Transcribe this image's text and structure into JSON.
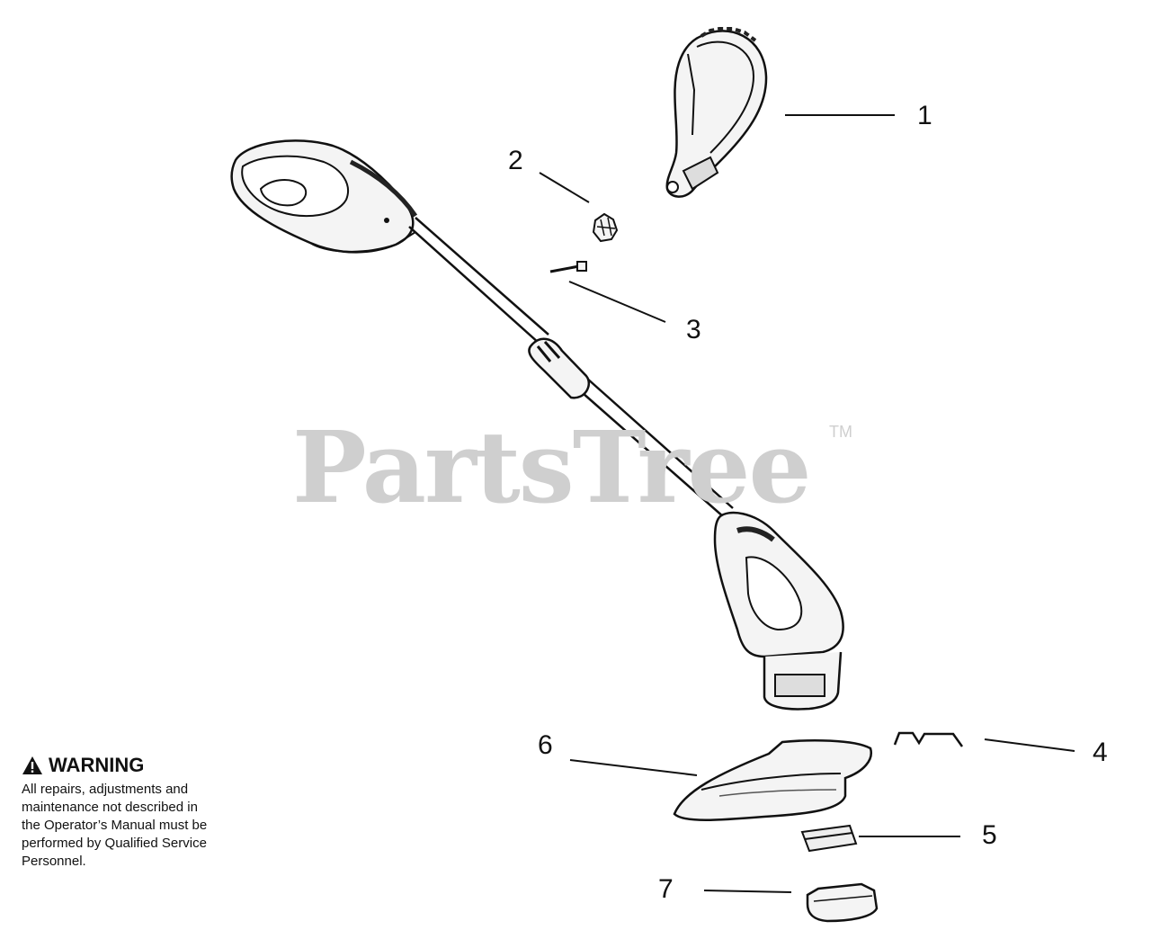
{
  "watermark": {
    "text": "PartsTree",
    "tm": "TM"
  },
  "warning": {
    "title": "WARNING",
    "body": "All repairs, adjustments and\nmaintenance not described in\nthe Operator’s Manual must be\nperformed by Qualified Service\nPersonnel."
  },
  "callouts": [
    {
      "id": "callout-1",
      "label": "1"
    },
    {
      "id": "callout-2",
      "label": "2"
    },
    {
      "id": "callout-3",
      "label": "3"
    },
    {
      "id": "callout-4",
      "label": "4"
    },
    {
      "id": "callout-5",
      "label": "5"
    },
    {
      "id": "callout-6",
      "label": "6"
    },
    {
      "id": "callout-7",
      "label": "7"
    }
  ],
  "colors": {
    "line": "#111111",
    "watermark": "#cfcfcf",
    "part_fill": "#f4f4f4",
    "part_dark": "#222222"
  }
}
